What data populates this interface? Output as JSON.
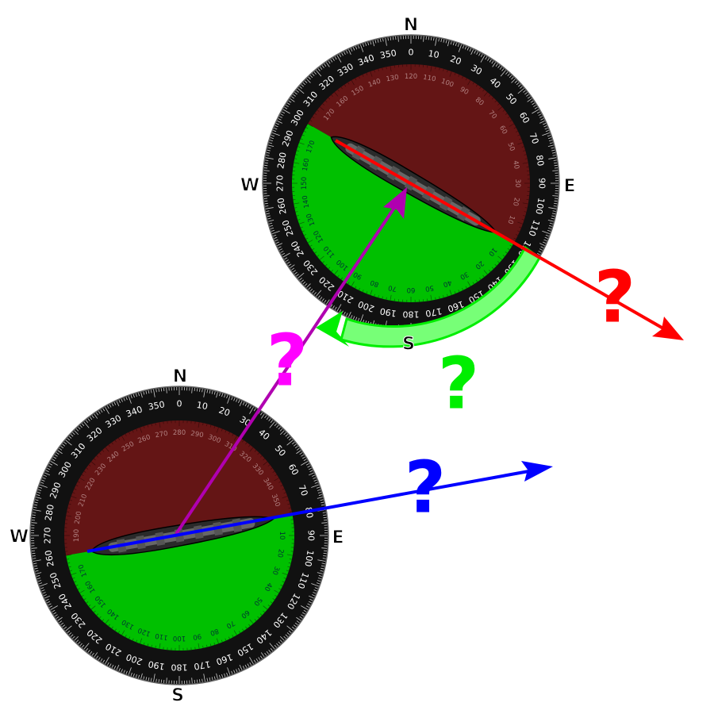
{
  "compasses": [
    {
      "id": "top",
      "ship_bearing_deg": 120,
      "inner_scale": "split-0-180",
      "cardinals": {
        "n": "N",
        "e": "E",
        "s": "S",
        "w": "W"
      }
    },
    {
      "id": "bottom",
      "ship_bearing_deg": 80,
      "inner_scale": "full-0-360",
      "cardinals": {
        "n": "N",
        "e": "E",
        "s": "S",
        "w": "W"
      }
    }
  ],
  "arrows": {
    "red": {
      "color": "#ff0000",
      "label": "?"
    },
    "magenta": {
      "color": "#b000b0",
      "label": "?",
      "label_color": "#ff00ff"
    },
    "blue": {
      "color": "#0000ff",
      "label": "?"
    },
    "green_arc": {
      "color": "#00ee00",
      "fill": "#77ff77",
      "label": "?"
    }
  },
  "colors": {
    "red_half": "#641515",
    "green_half": "#00c000",
    "ring": "#111111"
  }
}
